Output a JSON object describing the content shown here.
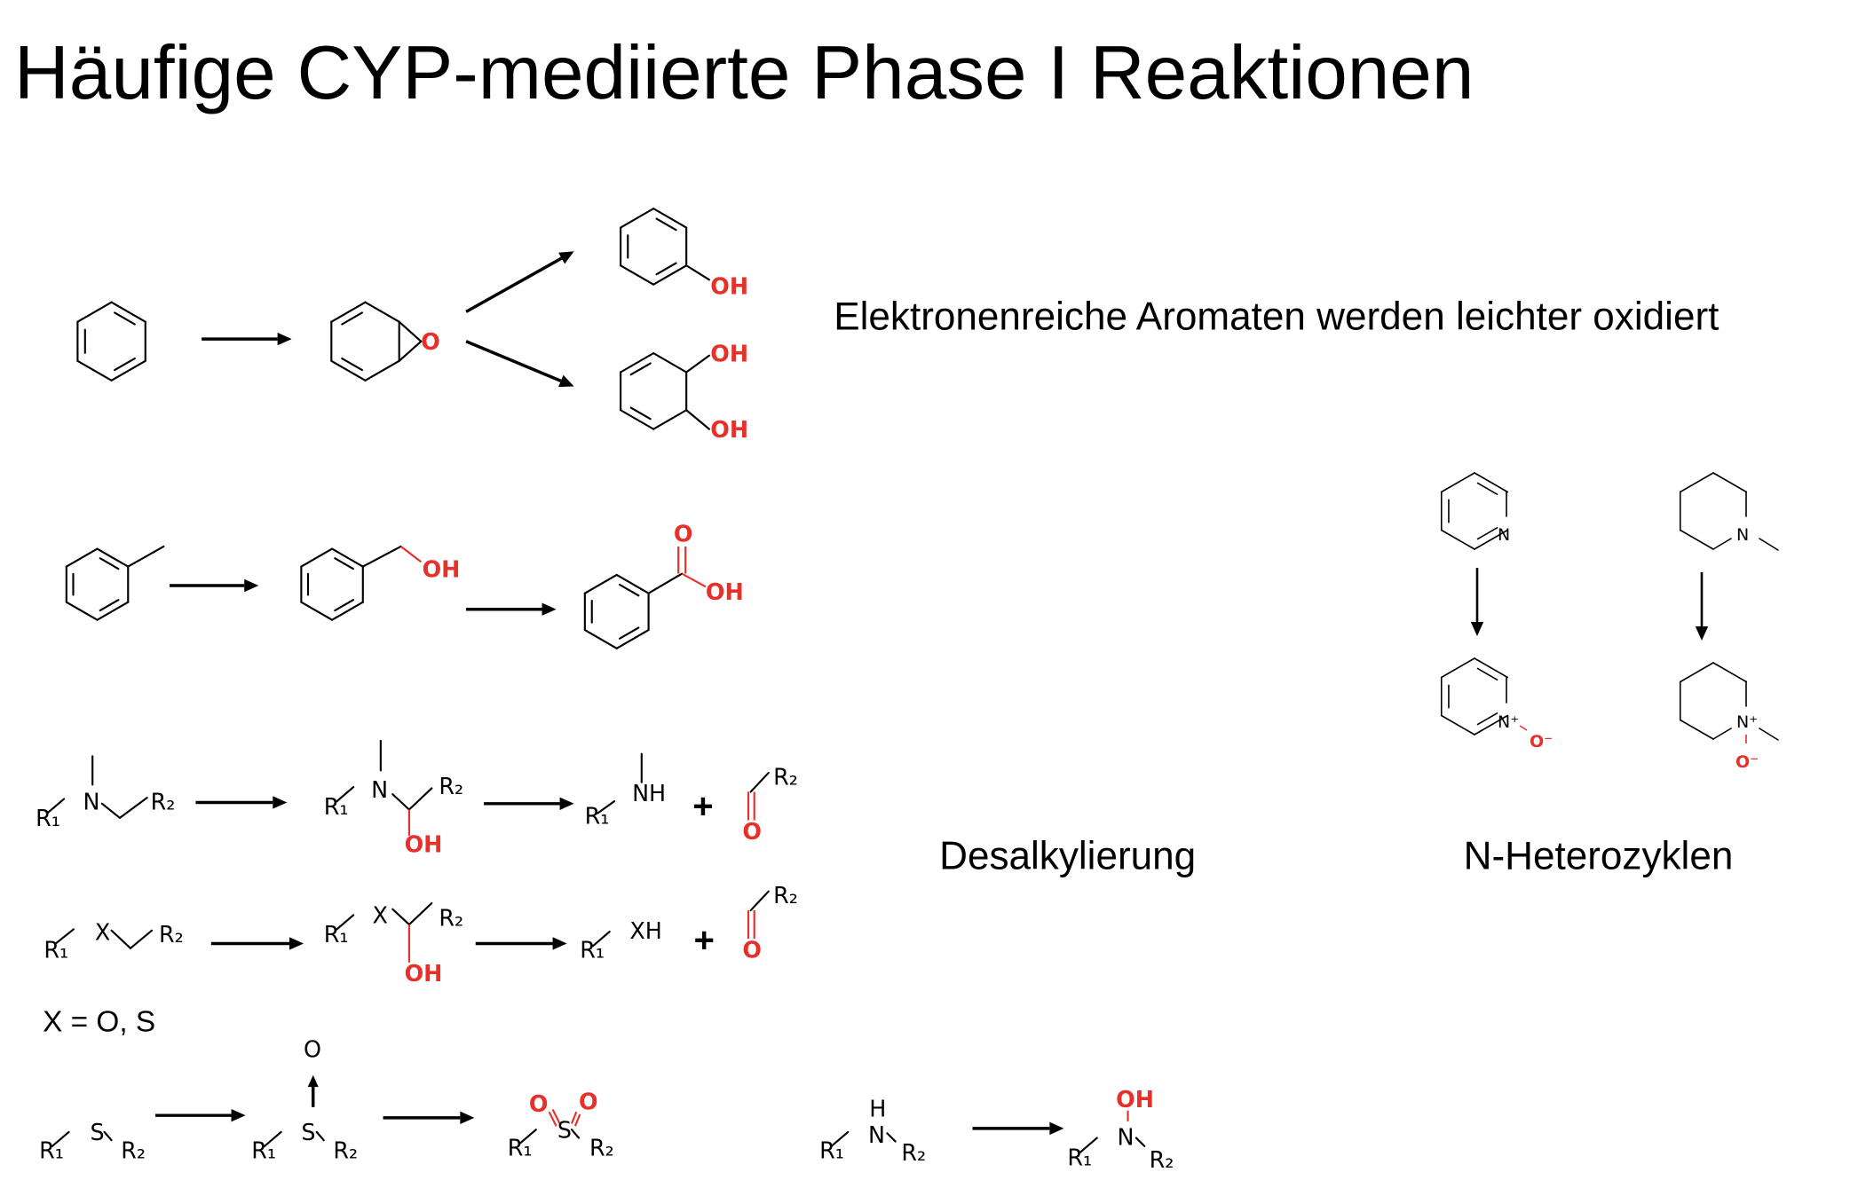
{
  "title": "Häufige CYP-mediierte Phase I Reaktionen",
  "side_note": "Elektronenreiche Aromaten werden leichter oxidiert",
  "labels": {
    "desalkylation": "Desalkylierung",
    "n_heterocycles": "N-Heterozyklen",
    "x_definition": "X = O, S"
  },
  "atoms": {
    "O": "O",
    "OH": "OH",
    "R1": "R₁",
    "R2": "R₂",
    "N": "N",
    "NH": "NH",
    "X": "X",
    "XH": "XH",
    "S": "S",
    "H": "H",
    "plus": "+",
    "N_plus": "N⁺",
    "O_minus": "O⁻"
  },
  "colors": {
    "oxygen_highlight": "#e8302a",
    "text": "#000000"
  }
}
